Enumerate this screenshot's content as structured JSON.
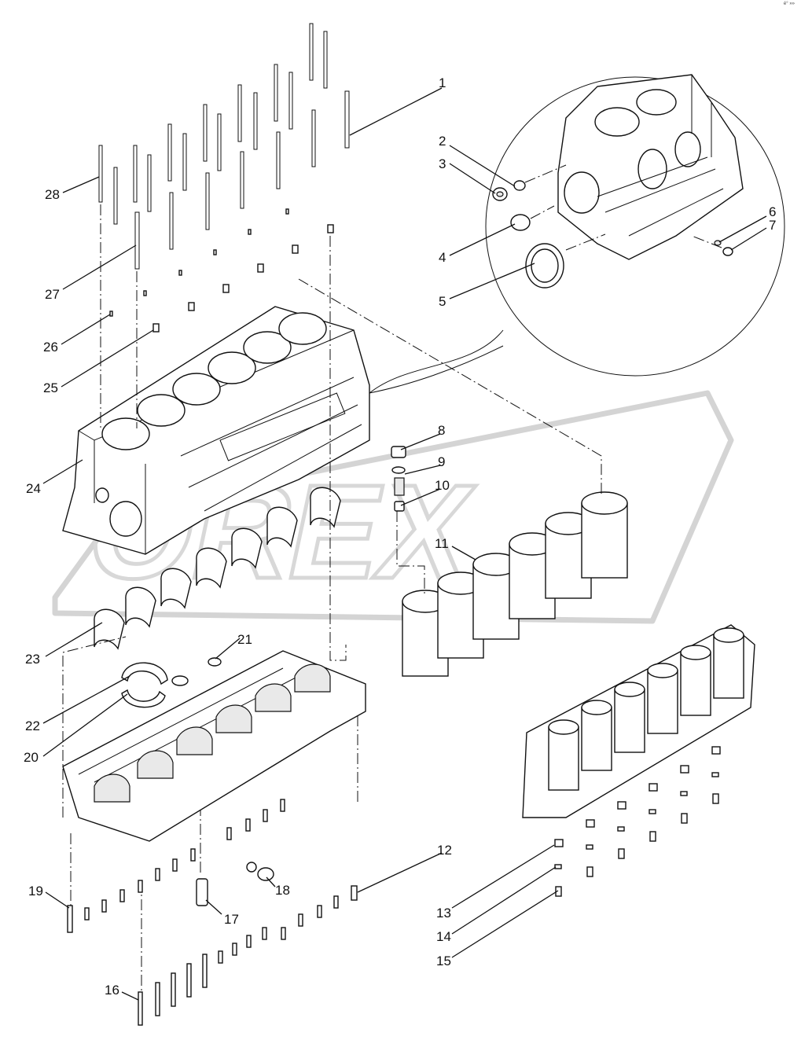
{
  "corner_mark": "é° »»",
  "watermark": "OREX",
  "callouts": [
    {
      "n": "1"
    },
    {
      "n": "2"
    },
    {
      "n": "3"
    },
    {
      "n": "4"
    },
    {
      "n": "5"
    },
    {
      "n": "6"
    },
    {
      "n": "7"
    },
    {
      "n": "8"
    },
    {
      "n": "9"
    },
    {
      "n": "10"
    },
    {
      "n": "11"
    },
    {
      "n": "12"
    },
    {
      "n": "13"
    },
    {
      "n": "14"
    },
    {
      "n": "15"
    },
    {
      "n": "16"
    },
    {
      "n": "17"
    },
    {
      "n": "18"
    },
    {
      "n": "19"
    },
    {
      "n": "20"
    },
    {
      "n": "21"
    },
    {
      "n": "22"
    },
    {
      "n": "23"
    },
    {
      "n": "24"
    },
    {
      "n": "25"
    },
    {
      "n": "26"
    },
    {
      "n": "27"
    },
    {
      "n": "28"
    }
  ]
}
